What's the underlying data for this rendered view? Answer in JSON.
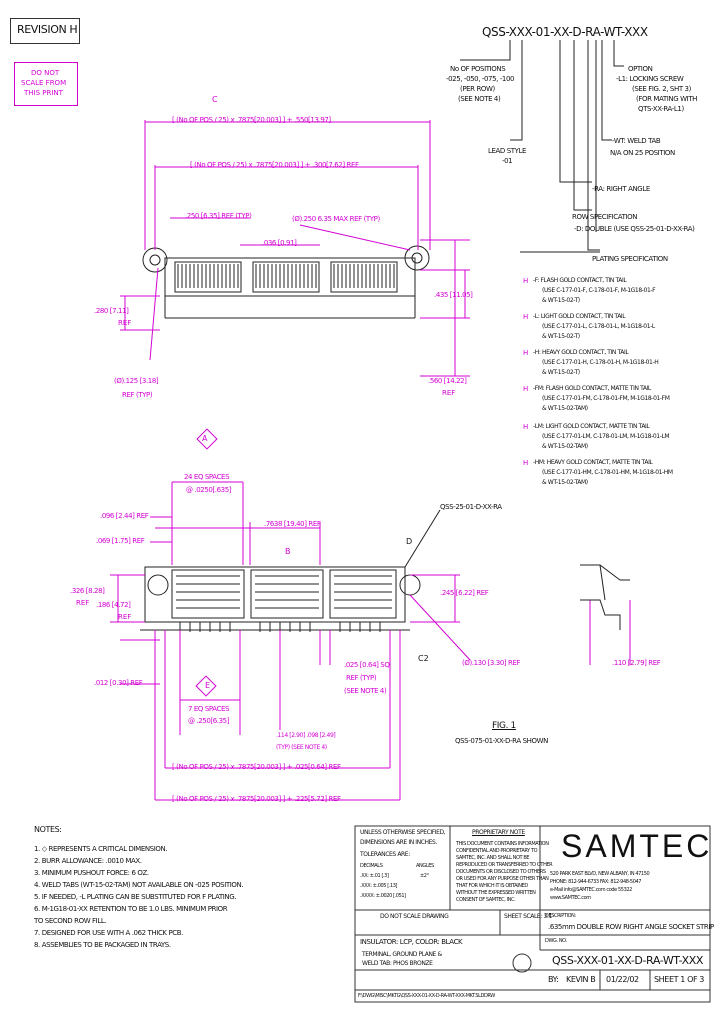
{
  "revision": "REVISION H",
  "do_not_scale": [
    "DO NOT",
    "SCALE FROM",
    "THIS PRINT"
  ],
  "part_number_header": "QSS-XXX-01-XX-D-RA-WT-XXX",
  "callouts": {
    "positions": [
      "No OF POSITIONS",
      "-025, -050, -075, -100",
      "(PER ROW)",
      "(SEE NOTE 4)"
    ],
    "lead_style": [
      "LEAD STYLE",
      "-01"
    ],
    "option": [
      "OPTION",
      "-L1: LOCKING SCREW",
      "(SEE FIG. 2, SHT 3)",
      "(FOR MATING WITH",
      "QTS-XX-RA-L1)"
    ],
    "weld_tab": [
      "-WT: WELD TAB",
      "N/A ON 25 POSITION"
    ],
    "right_angle": "-RA: RIGHT ANGLE",
    "row_spec": [
      "ROW SPECIFICATION",
      "-D: DOUBLE (USE QSS-25-01-D-XX-RA)"
    ],
    "plating_title": "PLATING SPECIFICATION",
    "plating": [
      {
        "rev": "H",
        "lines": [
          "-F: FLASH GOLD CONTACT, TIN TAIL",
          "(USE C-177-01-F, C-178-01-F, M-1G18-01-F",
          "& WT-15-02-T)"
        ]
      },
      {
        "rev": "H",
        "lines": [
          "-L: LIGHT GOLD CONTACT, TIN TAIL",
          "(USE C-177-01-L, C-178-01-L, M-1G18-01-L",
          "& WT-15-02-T)"
        ]
      },
      {
        "rev": "H",
        "lines": [
          "-H: HEAVY GOLD CONTACT, TIN TAIL",
          "(USE C-177-01-H, C-178-01-H, M-1G18-01-H",
          "& WT-15-02-T)"
        ]
      },
      {
        "rev": "H",
        "lines": [
          "-FM: FLASH GOLD CONTACT, MATTE TIN TAIL",
          "(USE C-177-01-FM, C-178-01-FM, M-1G18-01-FM",
          "& WT-15-02-TAM)"
        ]
      },
      {
        "rev": "H",
        "lines": [
          "-LM: LIGHT GOLD CONTACT, MATTE TIN TAIL",
          "(USE C-177-01-LM, C-178-01-LM, M-1G18-01-LM",
          "& WT-15-02-TAM)"
        ]
      },
      {
        "rev": "H",
        "lines": [
          "-HM: HEAVY GOLD CONTACT, MATTE TIN TAIL",
          "(USE C-177-01-HM, C-178-01-HM, M-1G18-01-HM",
          "& WT-15-02-TAM)"
        ]
      }
    ]
  },
  "dims_top": {
    "c_label": "C",
    "overall": "[ (No OF POS / 25) x .7875[20.003] ] + .550[13.97]",
    "inner": "[ (No OF POS / 25) x .7875[20.003] ] + .300[7.62] REF",
    "pitch_250": ".250 [6.35] REF (TYP)",
    "max_ref": "(Ø).250 6.35 MAX REF (TYP)",
    "d036": ".036 [0.91]",
    "h280": ".280 [7.11]",
    "h280_ref": "REF",
    "h435": ".435 [11.05]",
    "h560": ".560 [14.22]",
    "h560_ref": "REF",
    "hole": "(Ø).125 [3.18]",
    "hole_ref": "REF (TYP)"
  },
  "dims_fig": {
    "a_label": "A",
    "eq24": "24 EQ SPACES",
    "eq24_val": "@ .0250[.635]",
    "d096": ".096 [2.44] REF",
    "d069": ".069 [1.75] REF",
    "d7638": ".7638 [19.40] REF",
    "b_label": "B",
    "part_leader": "QSS-25-01-D-XX-RA",
    "d_label": "D",
    "d326": ".326 [8.28]",
    "d326_ref": "REF",
    "d186": ".186 [4.72]",
    "d186_ref": "REF",
    "d245": ".245 [6.22] REF",
    "c2": "C2",
    "hole130": "(Ø).130 [3.30] REF",
    "d025": ".025 [0.64] SQ",
    "d025_ref": "REF (TYP)",
    "d025_note": "(SEE NOTE 4)",
    "d012": ".012 [0.30] REF",
    "e_label": "E",
    "eq7": "7 EQ SPACES",
    "eq7_val": "@ .250[6.35]",
    "d114": ".114 [2.90] .098 [2.49]",
    "d114_note": "(TYP) (SEE NOTE 4)",
    "bottom1": "[ (No OF POS / 25) x .7875[20.003] ] + .025[0.64] REF",
    "bottom2": "[ (No OF POS / 25) x .7875[20.003] ] + .225[5.72] REF",
    "d110": ".110 [2.79] REF",
    "fig_title": "FIG. 1",
    "fig_sub": "QSS-075-01-XX-D-RA SHOWN"
  },
  "notes": {
    "title": "NOTES:",
    "items": [
      "1. ◇ REPRESENTS A CRITICAL DIMENSION.",
      "2. BURR ALLOWANCE: .0010 MAX.",
      "3. MINIMUM PUSHOUT FORCE: 6 OZ.",
      "4. WELD TABS (WT-15-02-TAM) NOT AVAILABLE ON -025 POSITION.",
      "5. IF NEEDED, -L PLATING CAN BE SUBSTITUTED FOR F PLATING.",
      "6. M-1G18-01-XX RETENTION TO BE 1.0 LBS. MINIMUM PRIOR",
      "    TO SECOND ROW FILL.",
      "7. DESIGNED FOR USE WITH A .062 THICK PCB.",
      "8. ASSEMBLIES TO BE PACKAGED IN TRAYS."
    ]
  },
  "title_block": {
    "unless": [
      "UNLESS OTHERWISE SPECIFIED,",
      "DIMENSIONS ARE IN INCHES.",
      "TOLERANCES ARE:"
    ],
    "tol_left": [
      "DECIMALS",
      ".XX: ±.01 [.3]",
      ".XXX: ±.005 [.13]",
      ".XXXX: ±.0020 [.051]"
    ],
    "tol_right": [
      "ANGLES",
      "±2°"
    ],
    "proprietary_title": "PROPRIETARY NOTE",
    "proprietary_lines": [
      "THIS DOCUMENT CONTAINS INFORMATION",
      "CONFIDENTIAL AND PROPRIETARY TO",
      "SAMTEC, INC. AND SHALL NOT BE",
      "REPRODUCED OR TRANSFERRED TO OTHER",
      "DOCUMENTS OR DISCLOSED TO OTHERS",
      "OR USED FOR ANY PURPOSE OTHER THAN",
      "THAT FOR WHICH IT IS OBTAINED",
      "WITHOUT THE EXPRESSED WRITTEN",
      "CONSENT OF SAMTEC, INC."
    ],
    "company": "SAMTEC",
    "address": [
      "520 PARK EAST BLVD, NEW ALBANY, IN 47150",
      "PHONE: 812-944-6733  FAX: 812-948-5047",
      "e-Mail info@SAMTEC.com  code 55322",
      "www.SAMTEC.com"
    ],
    "do_not_scale": "DO NOT SCALE DRAWING",
    "sheet_scale": "SHEET SCALE: 3:1",
    "description_label": "DESCRIPTION:",
    "description": ".635mm DOUBLE ROW RIGHT ANGLE SOCKET STRIP",
    "insulator": "INSULATOR: LCP, COLOR: BLACK",
    "terminal": [
      "TERMINAL, GROUND PLANE &",
      "WELD TAB: PHOS BRONZE"
    ],
    "dwg_no_label": "DWG. NO.",
    "dwg_no": "QSS-XXX-01-XX-D-RA-WT-XXX",
    "by_label": "BY:",
    "by": "KEVIN B",
    "date": "01/22/02",
    "sheet": "SHEET 1 OF 3",
    "filepath": "F:\\DWG\\MISC\\MKTG\\QSS-XXX-01-XX-D-RA-WT-XXX-MKT.SLDDRW"
  },
  "colors": {
    "accent": "#d400d4",
    "line": "#222222"
  }
}
